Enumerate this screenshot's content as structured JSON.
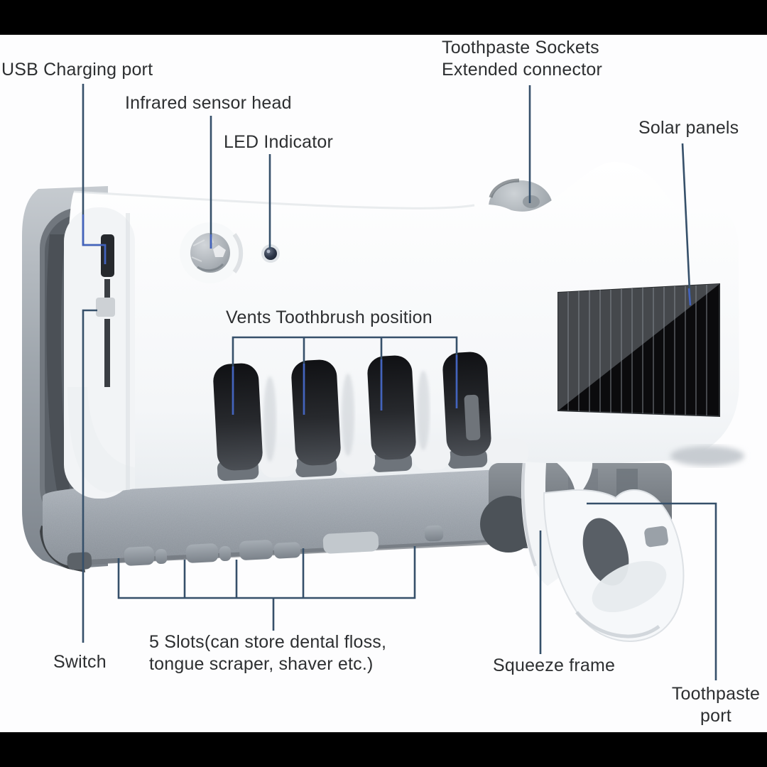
{
  "canvas": {
    "background": "#fdfdfe",
    "letterbox_color": "#000000"
  },
  "style": {
    "label_color": "#2d2f31",
    "leader_color": "#36506a",
    "leader_blue": "#4565c6",
    "solar_black": "#0b0b0d",
    "device_white": "#f5f7f9",
    "metal_gray": "#9aa1a9"
  },
  "annotations": {
    "usb": {
      "label": "USB Charging port"
    },
    "infrared": {
      "label": "Infrared sensor head"
    },
    "led": {
      "label": "LED Indicator"
    },
    "sockets": {
      "line1": "Toothpaste Sockets",
      "line2": "Extended connector"
    },
    "solar": {
      "label": "Solar panels"
    },
    "vents": {
      "label": "Vents Toothbrush position"
    },
    "switch": {
      "label": "Switch"
    },
    "slots": {
      "line1": "5 Slots(can store dental floss,",
      "line2": "tongue scraper, shaver etc.)"
    },
    "squeeze": {
      "label": "Squeeze frame"
    },
    "port": {
      "line1": "Toothpaste",
      "line2": "port"
    }
  }
}
